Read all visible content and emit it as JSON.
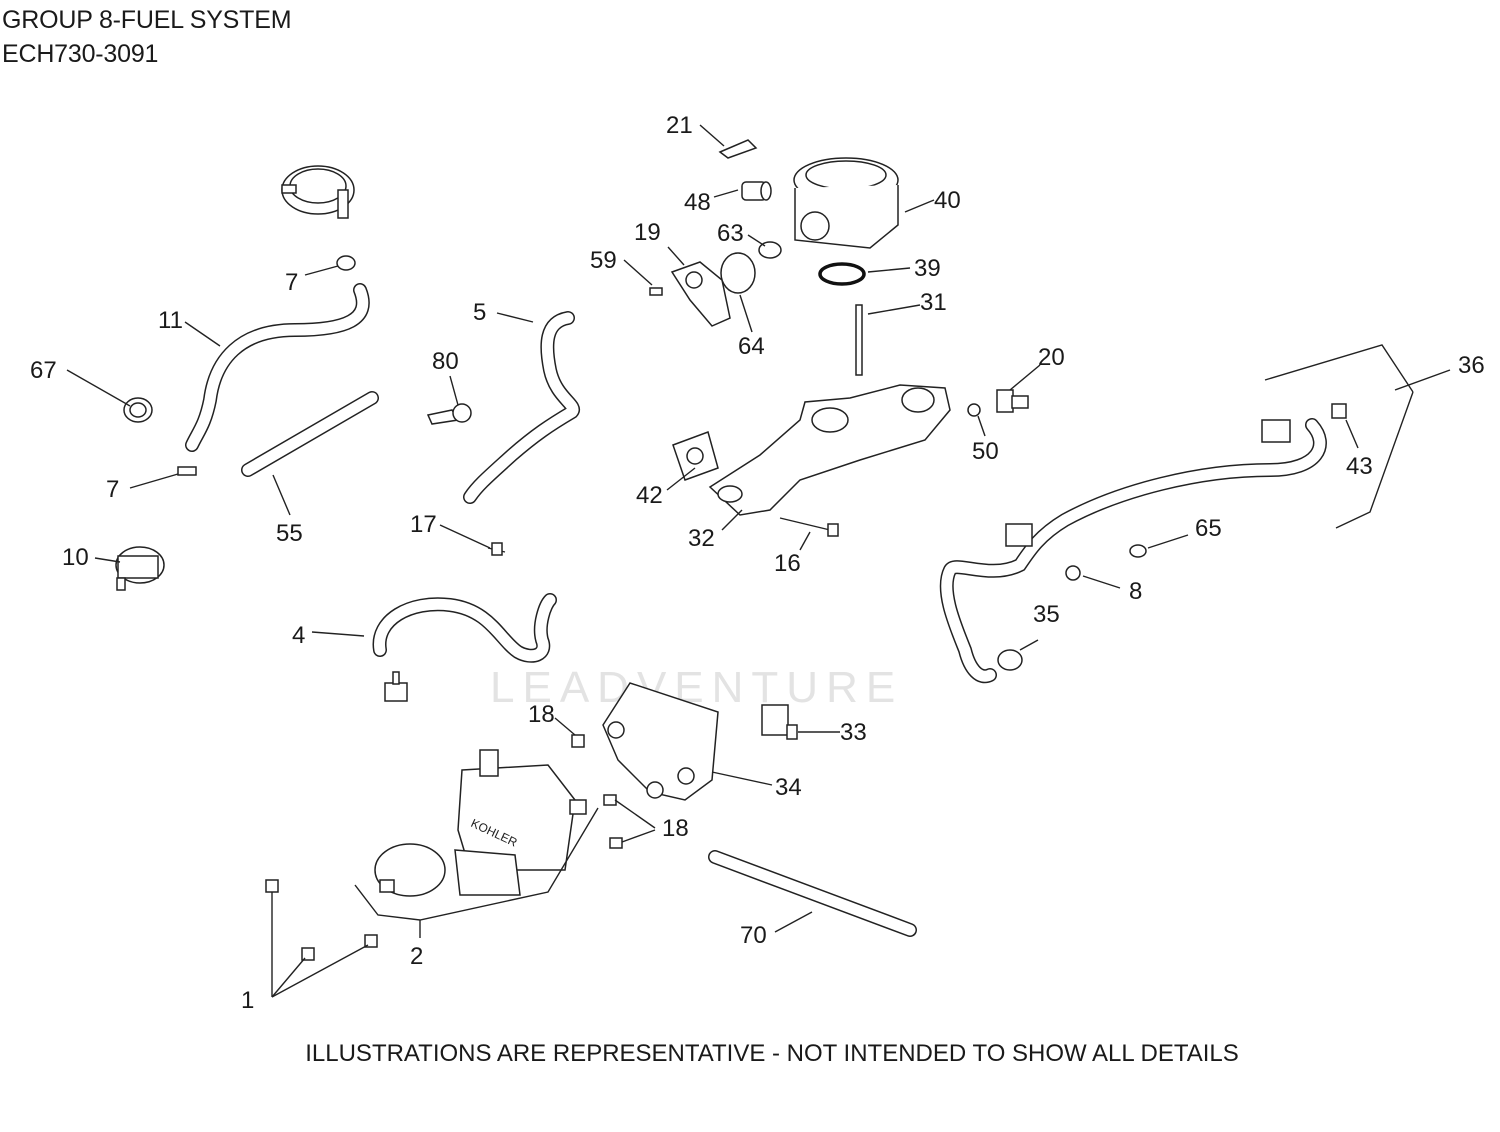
{
  "header": {
    "title": "GROUP 8-FUEL SYSTEM",
    "model": "ECH730-3091"
  },
  "watermark": "LEADVENTURE",
  "brand_on_part": "KOHLER",
  "footer_note": "ILLUSTRATIONS ARE REPRESENTATIVE - NOT INTENDED TO SHOW ALL DETAILS",
  "callouts": {
    "c1": "1",
    "c2": "2",
    "c4": "4",
    "c5": "5",
    "c7a": "7",
    "c7b": "7",
    "c8": "8",
    "c10": "10",
    "c11": "11",
    "c16": "16",
    "c17": "17",
    "c18a": "18",
    "c18b": "18",
    "c19": "19",
    "c20": "20",
    "c21": "21",
    "c31": "31",
    "c32": "32",
    "c33": "33",
    "c34": "34",
    "c35": "35",
    "c36": "36",
    "c39": "39",
    "c40": "40",
    "c42": "42",
    "c43": "43",
    "c48": "48",
    "c50": "50",
    "c55": "55",
    "c59": "59",
    "c63": "63",
    "c64": "64",
    "c65": "65",
    "c67": "67",
    "c70": "70",
    "c80": "80"
  }
}
